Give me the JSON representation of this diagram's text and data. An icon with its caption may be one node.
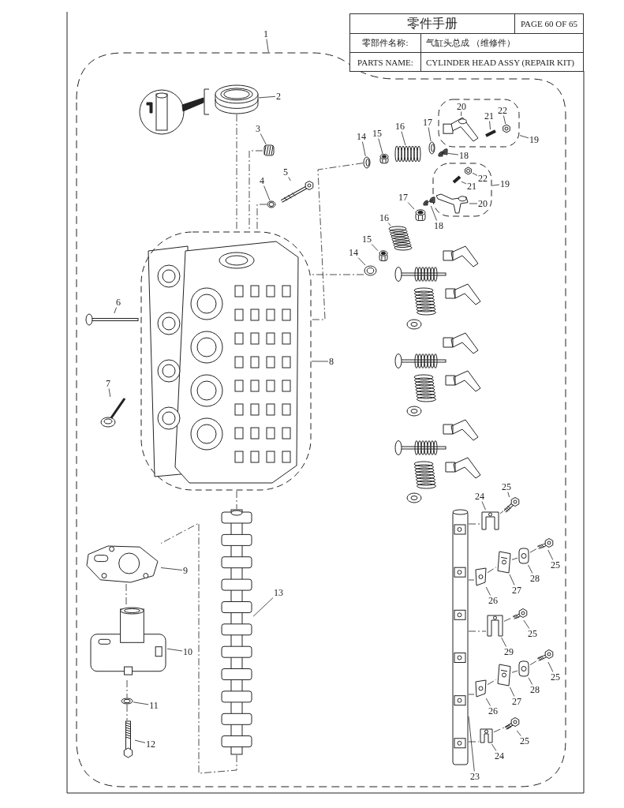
{
  "diagram": {
    "title": "零件手册",
    "nodes": [
      {
        "text": [
          "1"
        ]
      },
      {
        "text": [],
        "shape": "picture"
      },
      {
        "text": [
          "2"
        ],
        "in": 1
      },
      {
        "text": [],
        "shape": "picture",
        "in": 1
      },
      {
        "text": [
          "3"
        ],
        "in": 1
      },
      {
        "text": [],
        "shape": "picture",
        "in": 1
      },
      {
        "text": [
          "4"
        ],
        "in": 1
      },
      {
        "text": [],
        "shape": "picture",
        "in": 1
      },
      {
        "text": [
          "5"
        ],
        "in": 1
      },
      {
        "text": [],
        "shape": "picture",
        "in": 1
      },
      {
        "text": [
          "6"
        ],
        "in": 1
      },
      {
        "text": [],
        "shape": "picture",
        "in": 1
      },
      {
        "text": [
          "7"
        ],
        "in": 1
      },
      {
        "text": [],
        "shape": "picture",
        "in": 1
      },
      {
        "text": [
          "8"
        ],
        "in": 1
      },
      {
        "text": [],
        "shape": "picture",
        "in": 1
      },
      {
        "text": [
          "9"
        ],
        "in": 1
      },
      {
        "text": [],
        "shape": "picture",
        "in": 1
      },
      {
        "text": [
          "10"
        ],
        "in": 1
      },
      {
        "text": [],
        "shape": "picture",
        "in": 1
      },
      {
        "text": [
          "11"
        ],
        "in": 1
      },
      {
        "text": [],
        "shape": "picture",
        "in": 1
      },
      {
        "text": [
          "12"
        ],
        "in": 1
      },
      {
        "text": [],
        "shape": "picture",
        "in": 1
      },
      {
        "text": [
          "13"
        ],
        "in": 1
      },
      {
        "text": [],
        "shape": "picture",
        "in": 1
      },
      {
        "text": [
          "14"
        ],
        "in": 1
      },
      {
        "text": [],
        "shape": "picture",
        "in": 1
      },
      {
        "text": [
          "15"
        ],
        "in": 1
      },
      {
        "text": [],
        "shape": "picture",
        "in": 1
      },
      {
        "text": [
          "16"
        ],
        "in": 1
      },
      {
        "text": [],
        "shape": "picture",
        "in": 1
      },
      {
        "text": [
          "17"
        ],
        "in": 1
      },
      {
        "text": [],
        "shape": "picture",
        "in": 1
      },
      {
        "text": [
          "18"
        ],
        "in": 1
      },
      {
        "text": [],
        "shape": "picture",
        "in": 1
      },
      {
        "text": [
          "19"
        ],
        "in": 1
      },
      {
        "text": [],
        "shape": "picture",
        "in": 1
      },
      {
        "text": [
          "20"
        ],
        "in": 37
      },
      {
        "text": [],
        "shape": "picture",
        "in": 37
      },
      {
        "text": [
          "21"
        ],
        "in": 37
      },
      {
        "text": [],
        "shape": "picture",
        "in": 37
      },
      {
        "text": [
          "22"
        ],
        "in": 37
      },
      {
        "text": [],
        "shape": "picture",
        "in": 37
      },
      {
        "text": [
          "19"
        ],
        "in": 1
      },
      {
        "text": [],
        "shape": "picture",
        "in": 1
      },
      {
        "text": [
          "22"
        ],
        "in": 45
      },
      {
        "text": [],
        "shape": "picture",
        "in": 45
      },
      {
        "text": [
          "21"
        ],
        "in": 45
      },
      {
        "text": [],
        "shape": "picture",
        "in": 45
      },
      {
        "text": [
          "20"
        ],
        "in": 45
      },
      {
        "text": [],
        "shape": "picture",
        "in": 45
      },
      {
        "text": [
          "17"
        ],
        "in": 1
      },
      {
        "text": [],
        "shape": "picture",
        "in": 1
      },
      {
        "text": [
          "18"
        ],
        "in": 1
      },
      {
        "text": [],
        "shape": "picture",
        "in": 1
      },
      {
        "text": [
          "16"
        ],
        "in": 1
      },
      {
        "text": [],
        "shape": "picture",
        "in": 1
      },
      {
        "text": [
          "15"
        ],
        "in": 1
      },
      {
        "text": [],
        "shape": "picture",
        "in": 1
      },
      {
        "text": [
          "14"
        ],
        "in": 1
      },
      {
        "text": [],
        "shape": "picture",
        "in": 1
      },
      {
        "text": [
          "24"
        ],
        "in": 1
      },
      {
        "text": [],
        "shape": "picture",
        "in": 1
      },
      {
        "text": [
          "25"
        ],
        "in": 1
      },
      {
        "text": [],
        "shape": "picture",
        "in": 1
      },
      {
        "text": [
          "25"
        ],
        "in": 1
      },
      {
        "text": [],
        "shape": "picture",
        "in": 1
      },
      {
        "text": [
          "28"
        ],
        "in": 1
      },
      {
        "text": [],
        "shape": "picture",
        "in": 1
      },
      {
        "text": [
          "27"
        ],
        "in": 1
      },
      {
        "text": [],
        "shape": "picture",
        "in": 1
      },
      {
        "text": [
          "26"
        ],
        "in": 1
      },
      {
        "text": [],
        "shape": "picture",
        "in": 1
      },
      {
        "text": [
          "25"
        ],
        "in": 1
      },
      {
        "text": [],
        "shape": "picture",
        "in": 1
      },
      {
        "text": [
          "29"
        ],
        "in": 1
      },
      {
        "text": [],
        "shape": "picture",
        "in": 1
      },
      {
        "text": [
          "25"
        ],
        "in": 1
      },
      {
        "text": [],
        "shape": "picture",
        "in": 1
      },
      {
        "text": [
          "28"
        ],
        "in": 1
      },
      {
        "text": [],
        "shape": "picture",
        "in": 1
      },
      {
        "text": [
          "27"
        ],
        "in": 1
      },
      {
        "text": [],
        "shape": "picture",
        "in": 1
      },
      {
        "text": [
          "26"
        ],
        "in": 1
      },
      {
        "text": [],
        "shape": "picture",
        "in": 1
      },
      {
        "text": [
          "25"
        ],
        "in": 1
      },
      {
        "text": [],
        "shape": "picture",
        "in": 1
      },
      {
        "text": [
          "24"
        ],
        "in": 1
      },
      {
        "text": [],
        "shape": "picture",
        "in": 1
      },
      {
        "text": [
          "23"
        ],
        "in": 1
      },
      {
        "text": [],
        "shape": "picture",
        "in": 1
      }
    ],
    "edges": [
      {
        "from": 0,
        "to": 1,
        "arrow": "none"
      },
      {
        "from": 2,
        "to": 3,
        "arrow": "none"
      },
      {
        "from": 4,
        "to": 5,
        "arrow": "none"
      },
      {
        "from": 6,
        "to": 7,
        "arrow": "none"
      },
      {
        "from": 8,
        "to": 9,
        "arrow": "none"
      },
      {
        "from": 10,
        "to": 11,
        "arrow": "none"
      },
      {
        "from": 12,
        "to": 13,
        "arrow": "none"
      },
      {
        "from": 14,
        "to": 15,
        "arrow": "none"
      },
      {
        "from": 16,
        "to": 17,
        "arrow": "none"
      },
      {
        "from": 18,
        "to": 19,
        "arrow": "none"
      },
      {
        "from": 20,
        "to": 21,
        "arrow": "none"
      },
      {
        "from": 22,
        "to": 23,
        "arrow": "none"
      },
      {
        "from": 24,
        "to": 25,
        "arrow": "none"
      },
      {
        "from": 26,
        "to": 27,
        "arrow": "none"
      },
      {
        "from": 28,
        "to": 29,
        "arrow": "none"
      },
      {
        "from": 30,
        "to": 31,
        "arrow": "none"
      },
      {
        "from": 32,
        "to": 33,
        "arrow": "none"
      },
      {
        "from": 34,
        "to": 35,
        "arrow": "none"
      },
      {
        "from": 36,
        "to": 37,
        "arrow": "none"
      },
      {
        "from": 38,
        "to": 39,
        "arrow": "none"
      },
      {
        "from": 40,
        "to": 41,
        "arrow": "none"
      },
      {
        "from": 42,
        "to": 43,
        "arrow": "none"
      },
      {
        "from": 44,
        "to": 45,
        "arrow": "none"
      },
      {
        "from": 46,
        "to": 47,
        "arrow": "none"
      },
      {
        "from": 48,
        "to": 49,
        "arrow": "none"
      },
      {
        "from": 50,
        "to": 51,
        "arrow": "none"
      },
      {
        "from": 52,
        "to": 53,
        "arrow": "none"
      },
      {
        "from": 54,
        "to": 55,
        "arrow": "none"
      },
      {
        "from": 56,
        "to": 57,
        "arrow": "none"
      },
      {
        "from": 58,
        "to": 59,
        "arrow": "none"
      },
      {
        "from": 60,
        "to": 61,
        "arrow": "none"
      },
      {
        "from": 62,
        "to": 63,
        "arrow": "none"
      },
      {
        "from": 64,
        "to": 65,
        "arrow": "none"
      },
      {
        "from": 66,
        "to": 67,
        "arrow": "none"
      },
      {
        "from": 68,
        "to": 69,
        "arrow": "none"
      },
      {
        "from": 70,
        "to": 71,
        "arrow": "none"
      },
      {
        "from": 72,
        "to": 73,
        "arrow": "none"
      },
      {
        "from": 74,
        "to": 75,
        "arrow": "none"
      },
      {
        "from": 76,
        "to": 77,
        "arrow": "none"
      },
      {
        "from": 78,
        "to": 79,
        "arrow": "none"
      },
      {
        "from": 80,
        "to": 81,
        "arrow": "none"
      },
      {
        "from": 82,
        "to": 83,
        "arrow": "none"
      },
      {
        "from": 84,
        "to": 85,
        "arrow": "none"
      },
      {
        "from": 86,
        "to": 87,
        "arrow": "none"
      },
      {
        "from": 88,
        "to": 89,
        "arrow": "none"
      },
      {
        "from": 90,
        "to": 91,
        "arrow": "none"
      },
      {
        "from": 3,
        "to": 15,
        "arrow": "none",
        "style": "dashed"
      },
      {
        "from": 5,
        "to": 15,
        "arrow": "none",
        "style": "dashed"
      },
      {
        "from": 7,
        "to": 15,
        "arrow": "none",
        "style": "dashed"
      },
      {
        "from": 27,
        "to": 15,
        "arrow": "none",
        "style": "dashed"
      },
      {
        "from": 61,
        "to": 15,
        "arrow": "none",
        "style": "dashed"
      },
      {
        "from": 15,
        "to": 25,
        "arrow": "none",
        "style": "dashed"
      },
      {
        "from": 25,
        "to": 17,
        "arrow": "none",
        "style": "dashed"
      },
      {
        "from": 17,
        "to": 19,
        "arrow": "none",
        "style": "dashed"
      },
      {
        "from": 19,
        "to": 21,
        "arrow": "none",
        "style": "dashed"
      },
      {
        "from": 21,
        "to": 23,
        "arrow": "none",
        "style": "dashed"
      },
      {
        "from": 91,
        "to": 63,
        "arrow": "none",
        "style": "dashed"
      },
      {
        "from": 63,
        "to": 65,
        "arrow": "none",
        "style": "dashed"
      },
      {
        "from": 91,
        "to": 73,
        "arrow": "none",
        "style": "dashed"
      },
      {
        "from": 73,
        "to": 71,
        "arrow": "none",
        "style": "dashed"
      },
      {
        "from": 71,
        "to": 69,
        "arrow": "none",
        "style": "dashed"
      },
      {
        "from": 69,
        "to": 67,
        "arrow": "none",
        "style": "dashed"
      },
      {
        "from": 91,
        "to": 77,
        "arrow": "none",
        "style": "dashed"
      },
      {
        "from": 77,
        "to": 75,
        "arrow": "none",
        "style": "dashed"
      },
      {
        "from": 91,
        "to": 85,
        "arrow": "none",
        "style": "dashed"
      },
      {
        "from": 85,
        "to": 83,
        "arrow": "none",
        "style": "dashed"
      },
      {
        "from": 83,
        "to": 81,
        "arrow": "none",
        "style": "dashed"
      },
      {
        "from": 81,
        "to": 79,
        "arrow": "none",
        "style": "dashed"
      },
      {
        "from": 91,
        "to": 89,
        "arrow": "none",
        "style": "dashed"
      },
      {
        "from": 89,
        "to": 87,
        "arrow": "none",
        "style": "dashed"
      }
    ],
    "labels": [
      "PAGE 60 OF 65",
      "零部件名称:",
      "气缸头总成 （维修件）",
      "PARTS NAME:",
      "CYLINDER HEAD ASSY (REPAIR KIT)"
    ]
  }
}
